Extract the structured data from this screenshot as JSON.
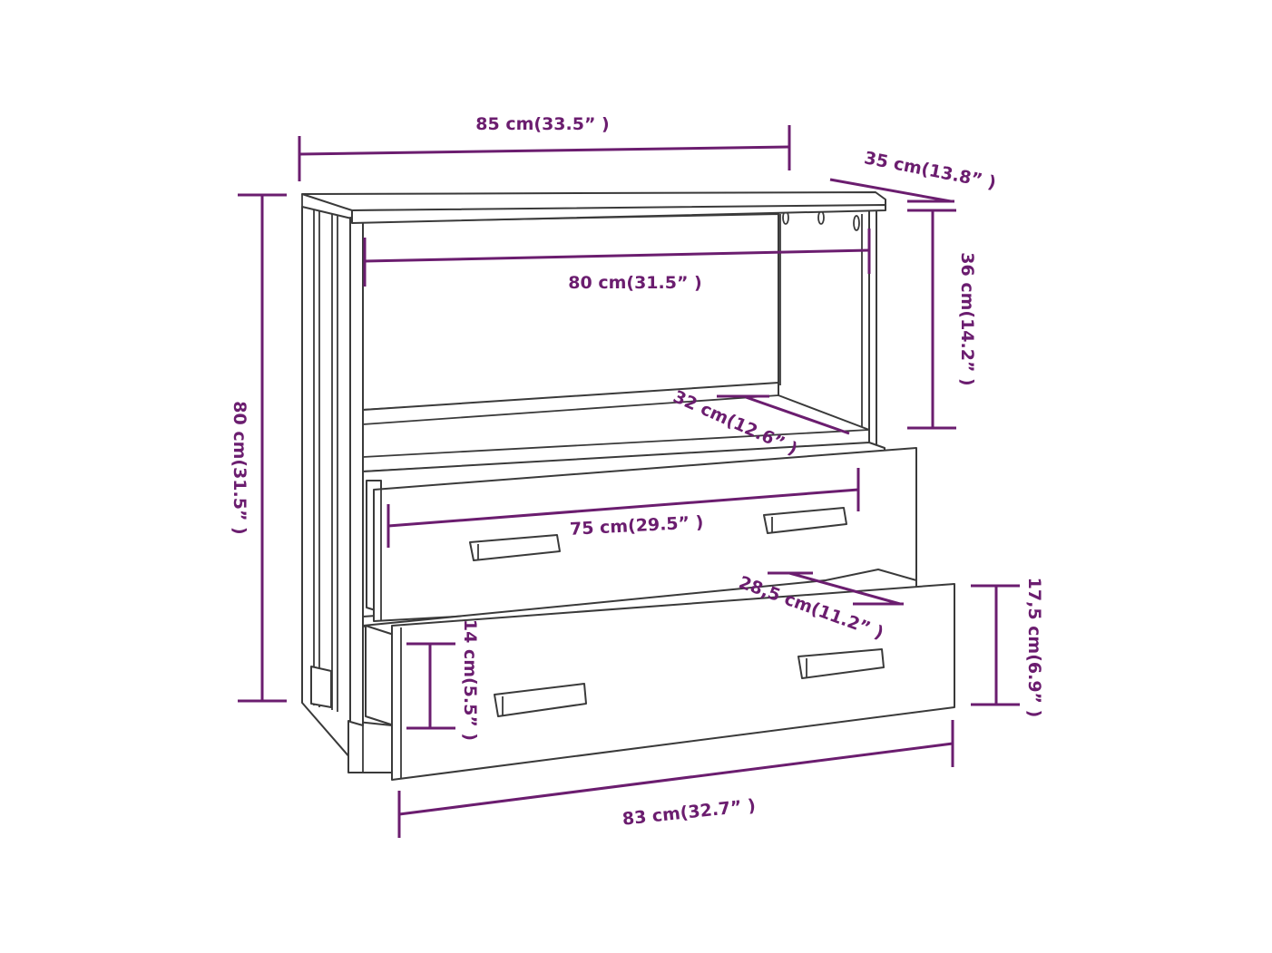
{
  "dimensions": {
    "overall_width": "85 cm(33.5” )",
    "depth": "35 cm(13.8” )",
    "shelf_height": "36 cm(14.2” )",
    "inner_width": "80 cm(31.5” )",
    "overall_height": "80 cm(31.5” )",
    "shelf_depth": "32 cm(12.6” )",
    "drawer_inner_width": "75 cm(29.5” )",
    "drawer_depth": "28,5 cm(11.2” )",
    "drawer_front_height": "17,5 cm(6.9” )",
    "drawer_inner_height": "14 cm(5.5” )",
    "drawer_front_width": "83 cm(32.7” )"
  },
  "colors": {
    "dimension": "#6b1d6f",
    "outline": "#3a3a3a",
    "background": "#ffffff"
  }
}
